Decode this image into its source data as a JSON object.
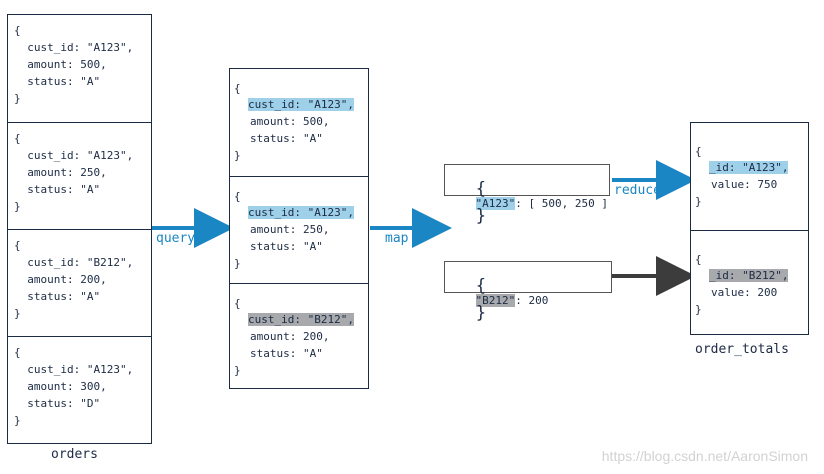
{
  "collections": {
    "orders": {
      "label": "orders",
      "docs": [
        {
          "lines": [
            "{",
            "  cust_id: \"A123\",",
            "  amount: 500,",
            "  status: \"A\"",
            "}"
          ]
        },
        {
          "lines": [
            "{",
            "  cust_id: \"A123\",",
            "  amount: 250,",
            "  status: \"A\"",
            "}"
          ]
        },
        {
          "lines": [
            "{",
            "  cust_id: \"B212\",",
            "  amount: 200,",
            "  status: \"A\"",
            "}"
          ]
        },
        {
          "lines": [
            "{",
            "  cust_id: \"A123\",",
            "  amount: 300,",
            "  status: \"D\"",
            "}"
          ]
        }
      ]
    },
    "query_result": {
      "docs": [
        {
          "key": "cust_id: \"A123\",",
          "lines": [
            "{",
            "amount: 500,",
            "status: \"A\"",
            "}"
          ]
        },
        {
          "key": "cust_id: \"A123\",",
          "lines": [
            "{",
            "amount: 250,",
            "status: \"A\"",
            "}"
          ]
        },
        {
          "key": "cust_id: \"B212\",",
          "lines": [
            "{",
            "amount: 200,",
            "status: \"A\"",
            "}"
          ]
        }
      ]
    },
    "order_totals": {
      "label": "order_totals",
      "docs": [
        {
          "key": "_id: \"A123\",",
          "open": "{",
          "value": "value: 750",
          "close": "}"
        },
        {
          "key": "_id: \"B212\",",
          "open": "{",
          "value": "value: 200",
          "close": "}"
        }
      ]
    }
  },
  "mapped": [
    {
      "key": "\"A123\"",
      "rest": ": [ 500, 250 ]"
    },
    {
      "key": "\"B212\"",
      "rest": ": 200"
    }
  ],
  "brace_open": "{",
  "brace_close": "}",
  "arrows": {
    "query": "query",
    "map": "map",
    "reduce": "reduce"
  },
  "watermark": "https://blog.csdn.net/AaronSimon",
  "colors": {
    "border": "#1c2b44",
    "arrow_blue": "#1a86c4",
    "arrow_dark": "#3c3c3c",
    "highlight_blue": "#9fd0ea",
    "highlight_gray": "#a7a9ac"
  }
}
